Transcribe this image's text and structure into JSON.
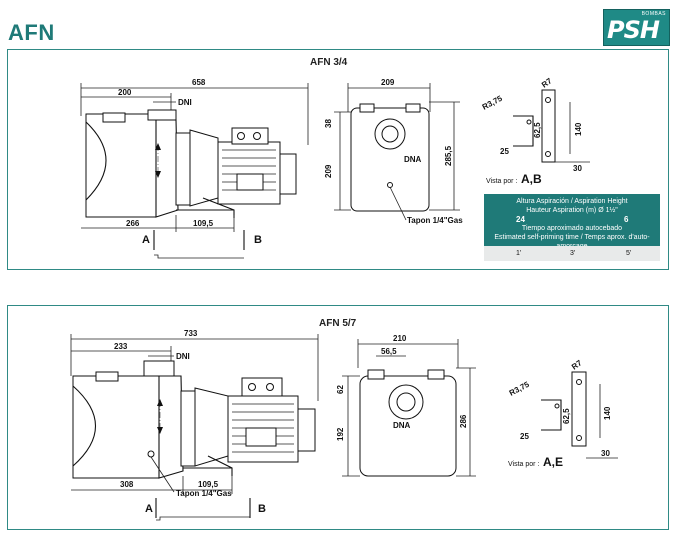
{
  "header": {
    "title": "AFN",
    "logo_text": "PSH",
    "logo_tag": "BOMBAS",
    "accent": "#1f7a78"
  },
  "afn34": {
    "title": "AFN 3/4",
    "dims": {
      "length": "658",
      "flange": "200",
      "dni": "DNI",
      "base_left": "266",
      "base_right": "109,5",
      "section_a": "A",
      "section_b": "B",
      "width": "209",
      "top": "38",
      "left_h": "209",
      "height": "285,5",
      "dna": "DNA",
      "tapon": "Tapon 1/4\"Gas",
      "foot_r": "R3,75",
      "foot_r2": "R7",
      "foot_62": "62,5",
      "foot_140": "140",
      "foot_25": "25",
      "foot_30": "30",
      "vista": "Vista por :",
      "vista_letters": "A,B"
    },
    "table": {
      "line1": "Altura Aspiración / Aspiration Height",
      "line2": "Hauteur Aspiration",
      "line2b": "(m) Ø 1½\"",
      "values": [
        "24",
        "6"
      ],
      "line3": "Tiempo aproximado autocebado",
      "line4": "Estimated self-priming time / Temps aprox. d'auto-amorçage",
      "times": [
        "1'",
        "3'",
        "5'"
      ]
    }
  },
  "afn57": {
    "title": "AFN 5/7",
    "dims": {
      "length": "733",
      "flange": "233",
      "dni": "DNI",
      "base_left": "308",
      "base_right": "109,5",
      "tapon": "Tapon 1/4\"Gas",
      "section_a": "A",
      "section_b": "B",
      "width": "210",
      "inner": "56,5",
      "top": "62",
      "left_h": "192",
      "height": "286",
      "dna": "DNA",
      "foot_r": "R3,75",
      "foot_r2": "R7",
      "foot_62": "62,5",
      "foot_140": "140",
      "foot_25": "25",
      "foot_30": "30",
      "vista": "Vista por :",
      "vista_letters": "A,E"
    }
  }
}
